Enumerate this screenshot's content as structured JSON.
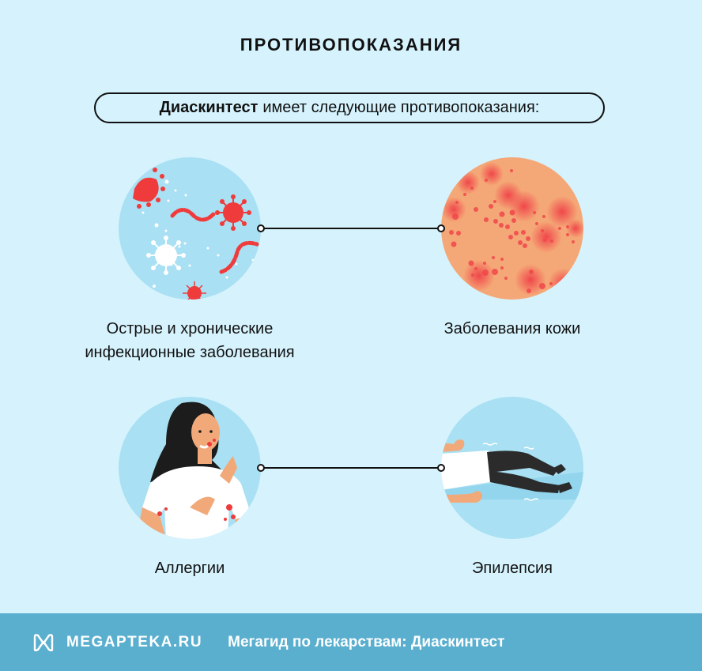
{
  "header": {
    "title": "ПРОТИВОПОКАЗАНИЯ",
    "intro_bold": "Диаскинтест",
    "intro_rest": "имеет следующие противопоказания:"
  },
  "items": [
    {
      "label_line1": "Острые и хронические",
      "label_line2": "инфекционные заболевания",
      "icon": "virus-bacteria-icon"
    },
    {
      "label_line1": "Заболевания кожи",
      "icon": "skin-rash-icon"
    },
    {
      "label_line1": "Аллергии",
      "icon": "allergy-woman-icon"
    },
    {
      "label_line1": "Эпилепсия",
      "icon": "seizure-person-icon"
    }
  ],
  "footer": {
    "logo_text": "MEGAPTEKA.RU",
    "caption": "Мегагид по лекарствам: Диаскинтест"
  },
  "colors": {
    "background": "#d6f3fd",
    "circle_blue": "#a9e0f3",
    "skin_orange": "#f5a877",
    "accent_red": "#ef3b3b",
    "footer": "#5aafcf"
  }
}
